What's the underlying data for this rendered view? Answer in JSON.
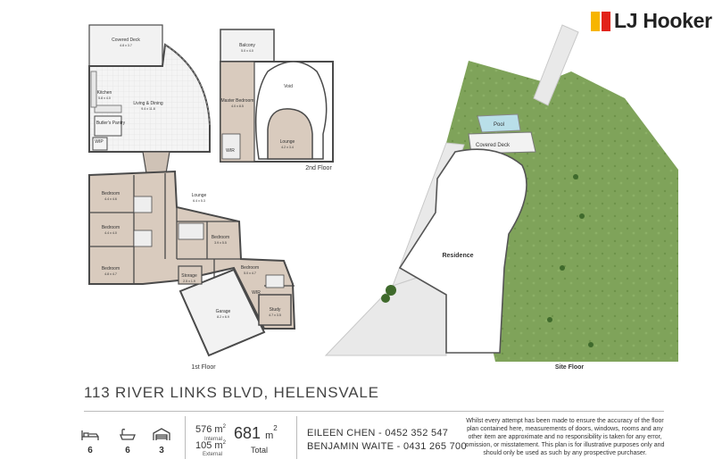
{
  "brand": {
    "name": "LJ Hooker",
    "color_yellow": "#f7b500",
    "color_red": "#e2231a"
  },
  "plans": {
    "first_floor": {
      "title": "1st Floor",
      "rooms": [
        {
          "name": "Covered Deck",
          "dims": "4.8 x 3.7"
        },
        {
          "name": "Kitchen",
          "dims": "5.8 x 4.0"
        },
        {
          "name": "Living & Dining",
          "dims": "9.4 x 11.8"
        },
        {
          "name": "Butler's Pantry",
          "dims": ""
        },
        {
          "name": "WIP",
          "dims": ""
        },
        {
          "name": "Bedroom",
          "dims": "4.4 x 4.6"
        },
        {
          "name": "Bedroom",
          "dims": "4.4 x 4.0"
        },
        {
          "name": "Bedroom",
          "dims": "4.8 x 4.7"
        },
        {
          "name": "Lounge",
          "dims": "6.4 x 5.3"
        },
        {
          "name": "Bedroom",
          "dims": "3.9 x 5.5"
        },
        {
          "name": "Bedroom",
          "dims": "5.0 x 4.7"
        },
        {
          "name": "Storage",
          "dims": "2.5 x 1.9"
        },
        {
          "name": "Garage",
          "dims": "8.2 x 6.9"
        },
        {
          "name": "Study",
          "dims": "4.7 x 3.5"
        },
        {
          "name": "WIR",
          "dims": ""
        }
      ]
    },
    "second_floor": {
      "title": "2nd Floor",
      "rooms": [
        {
          "name": "Balcony",
          "dims": "5.0 x 4.0"
        },
        {
          "name": "Void",
          "dims": ""
        },
        {
          "name": "Master Bedroom",
          "dims": "4.0 x 8.5"
        },
        {
          "name": "Lounge",
          "dims": "4.2 x 3.4"
        },
        {
          "name": "WIR",
          "dims": ""
        }
      ]
    },
    "site": {
      "title": "Site Floor",
      "labels": [
        "Pool",
        "Covered Deck",
        "Residence"
      ]
    }
  },
  "listing": {
    "address": "113 RIVER LINKS BLVD, HELENSVALE",
    "bedrooms": "6",
    "bathrooms": "6",
    "car_spaces": "3",
    "internal_area": "576",
    "internal_label": "Internal",
    "external_area": "105",
    "external_label": "External",
    "area_unit": "m",
    "area_power": "2",
    "total_area": "681",
    "total_label": "Total"
  },
  "agents": [
    {
      "line": "EILEEN CHEN - 0452 352 547"
    },
    {
      "line": "BENJAMIN WAITE - 0431 265 700"
    }
  ],
  "disclaimer": "Whilst every attempt has been made to ensure the accuracy of the floor plan contained here, measurements of doors, windows, rooms and any other item are approximate and no responsibility is taken for any error, omission, or misstatement. This plan is for illustrative purposes only and should only be used as such by any prospective purchaser.",
  "colors": {
    "room_beige": "#d9cbbe",
    "wall": "#4a4a4a",
    "grass": "#7fa35a",
    "pool": "#b9dfe9"
  }
}
